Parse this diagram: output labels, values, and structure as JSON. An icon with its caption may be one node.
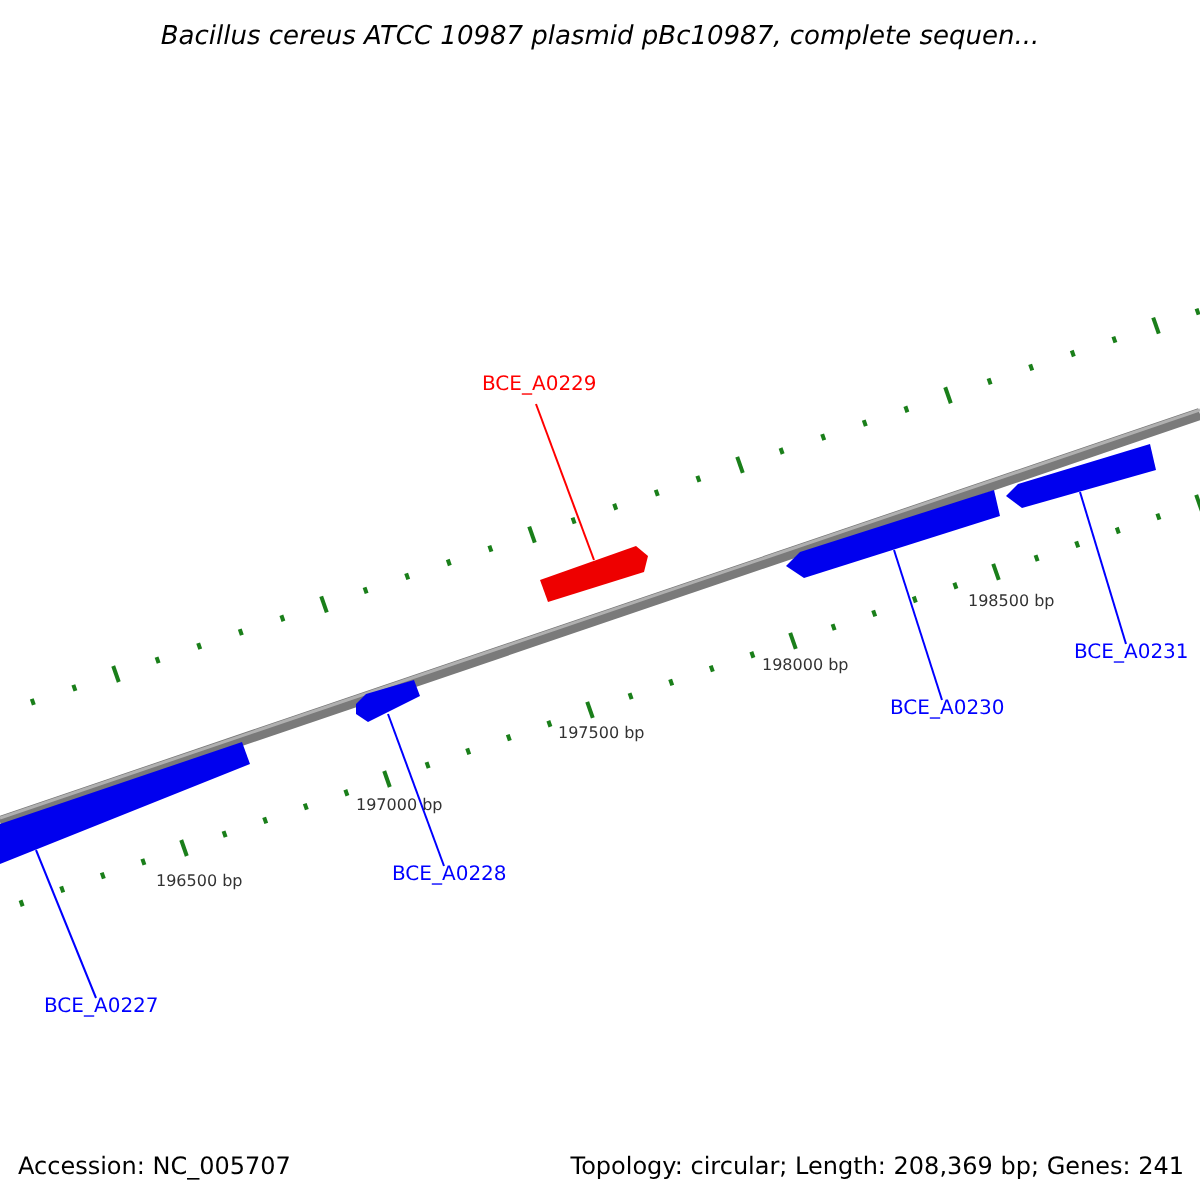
{
  "diagram": {
    "title": "Bacillus cereus ATCC 10987 plasmid pBc10987, complete sequen...",
    "nodes": [
      {
        "text": [],
        "shape": "bar"
      },
      {
        "text": [],
        "shape": "bar"
      },
      {
        "text": [],
        "shape": "bar"
      },
      {
        "text": [],
        "shape": "bar"
      },
      {
        "text": [],
        "shape": "bar"
      },
      {
        "text": [
          "BCE_A0229"
        ]
      },
      {
        "text": [
          "BCE_A0227"
        ]
      },
      {
        "text": [
          "BCE_A0228"
        ]
      },
      {
        "text": [
          "BCE_A0230"
        ]
      },
      {
        "text": [
          "BCE_A0231"
        ]
      }
    ],
    "edges": [
      {
        "from": 5,
        "to": 2,
        "arrow": "none",
        "color": "#ff0000"
      },
      {
        "from": 6,
        "to": 0,
        "arrow": "none"
      },
      {
        "from": 7,
        "to": 1,
        "arrow": "none"
      },
      {
        "from": 8,
        "to": 3,
        "arrow": "none"
      },
      {
        "from": 9,
        "to": 4,
        "arrow": "none"
      }
    ],
    "labels": [
      "196500 bp",
      "197000 bp",
      "197500 bp",
      "198000 bp",
      "198500 bp",
      "Accession: NC_005707",
      "Topology: circular; Length: 208,369 bp; Genes: 241"
    ]
  }
}
